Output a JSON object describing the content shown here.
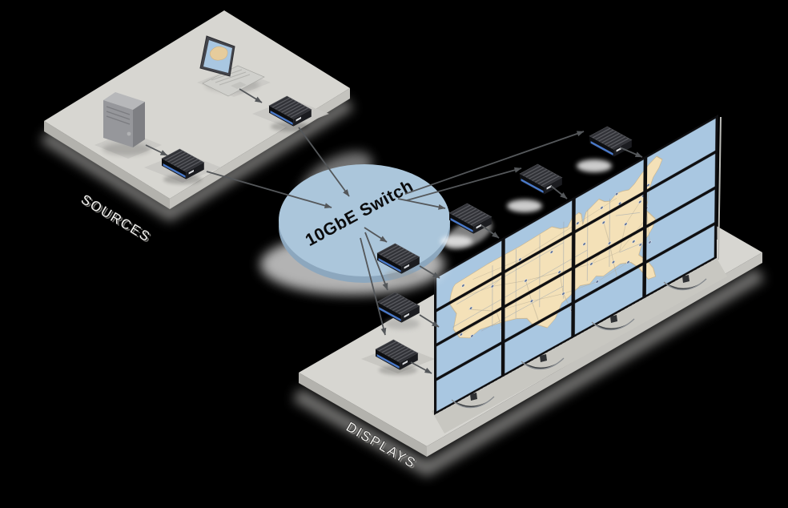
{
  "diagram": {
    "switch_label": "10GbE Switch",
    "sources_label": "SOURCES",
    "displays_label": "DISPLAYS",
    "sources": {
      "devices": [
        "tower-pc",
        "laptop",
        "encoder-device",
        "encoder-device"
      ],
      "encoder_count": 2
    },
    "displays": {
      "decoder_count": 6,
      "video_wall": {
        "rows": 4,
        "cols": 4,
        "content": "map-of-usa"
      }
    },
    "icons": [
      "tower-pc-icon",
      "laptop-icon",
      "encoder-device-icon",
      "decoder-device-icon",
      "network-switch-disk-icon",
      "video-wall-icon",
      "tv-stand-icon",
      "arrow-icon",
      "us-map-icon"
    ],
    "colors": {
      "background": "#000000",
      "platform_top": "#d7d6d1",
      "platform_side": "#b3b2ad",
      "switch_fill": "#abc6db",
      "switch_rim": "#8ca7be",
      "device_body": "#0c0d0f",
      "device_accent_blue": "#4a79c8",
      "map_land": "#f4e1b8",
      "map_water": "#a9c7e1",
      "map_dot": "#5c6f94",
      "bezel": "#0e0e10",
      "arrow": "#54575a",
      "label_fill": "#f4f3f0",
      "label_outline": "#1a1a1a"
    }
  }
}
